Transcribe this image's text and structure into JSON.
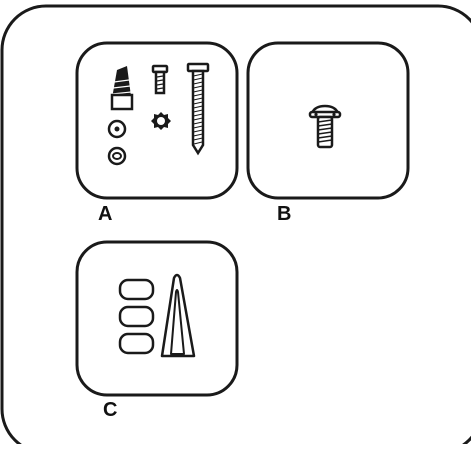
{
  "colors": {
    "stroke": "#1a1a1a",
    "background": "#ffffff",
    "fill_dark": "#1a1a1a"
  },
  "panels": [
    {
      "label": "A",
      "contents": [
        "wire-nut-icon",
        "washer-icon",
        "washer-icon",
        "short-screw-icon",
        "star-washer-icon",
        "long-screw-icon"
      ]
    },
    {
      "label": "B",
      "contents": [
        "mounting-screw-icon"
      ]
    },
    {
      "label": "C",
      "contents": [
        "ceiling-bumper-pads-icon",
        "hanger-clip-icon"
      ]
    }
  ]
}
